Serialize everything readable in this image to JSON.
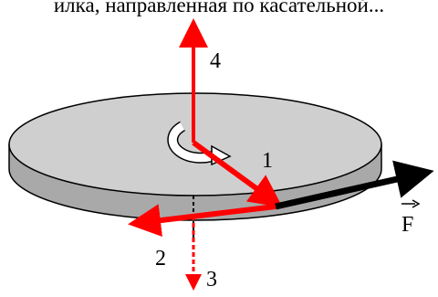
{
  "caption_text": "илка, направленная по касательной...",
  "labels": {
    "vec_1": "1",
    "vec_2": "2",
    "vec_3": "3",
    "vec_4": "4",
    "force": "F"
  },
  "colors": {
    "disk_top": "#cfcfcf",
    "disk_side": "#a9a9a9",
    "outline": "#000000",
    "red_vector": "#ff0000",
    "force_vector": "#000000",
    "rotation_arrow": "#ffffff"
  },
  "icons": {
    "rotation": "curved-rotation-arrow-icon"
  }
}
